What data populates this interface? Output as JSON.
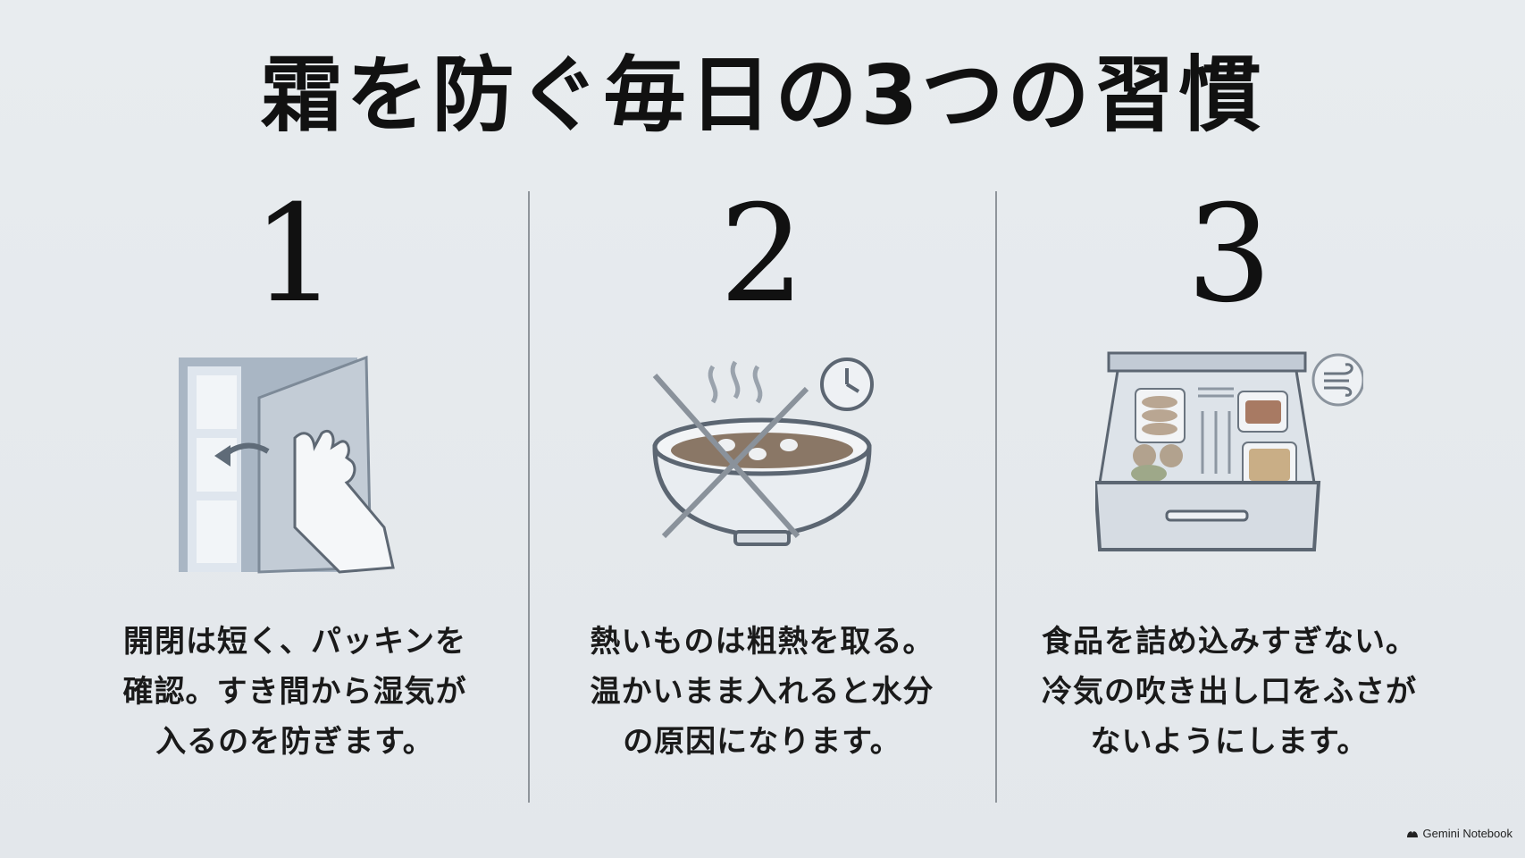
{
  "title": "霜を防ぐ毎日の3つの習慣",
  "habits": [
    {
      "number": "1",
      "icon": "freezer-door-hand-icon",
      "lines": [
        "開閉は短く、パッキンを",
        "確認。すき間から湿気が",
        "入るのを防ぎます。"
      ]
    },
    {
      "number": "2",
      "icon": "hot-soup-crossed-clock-icon",
      "lines": [
        "熱いものは粗熱を取る。",
        "温かいまま入れると水分",
        "の原因になります。"
      ]
    },
    {
      "number": "3",
      "icon": "freezer-drawer-airflow-icon",
      "lines": [
        "食品を詰め込みすぎない。",
        "冷気の吹き出し口をふさが",
        "ないようにします。"
      ]
    }
  ],
  "brand": "Gemini Notebook",
  "colors": {
    "background": "#e6eaee",
    "text": "#111111",
    "divider": "#8f959b"
  }
}
